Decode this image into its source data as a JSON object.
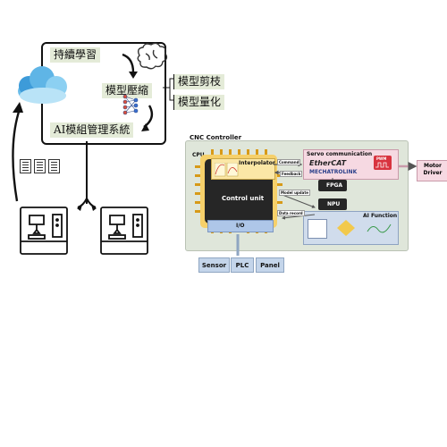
{
  "left_diagram": {
    "box_labels": {
      "continual_learning": "持續學習",
      "compression": "模型壓縮",
      "management": "AI模組管理系統"
    },
    "side_labels": {
      "pruning": "模型剪枝",
      "quantization": "模型量化"
    }
  },
  "cnc": {
    "title": "CNC Controller",
    "cpu_label": "CPU",
    "interpolator": "Interpolator",
    "control_unit": "Control unit",
    "io": "I/O",
    "servo_title": "Servo communication",
    "ethercat": "EtherCAT",
    "mechatrolink": "MECHATROLINK",
    "pwm": "PWM",
    "motor_driver": "Motor\nDriver",
    "fpga": "FPGA",
    "npu": "NPU",
    "ai_function": "AI Function",
    "command": "Command",
    "feedback": "Feedback",
    "model_update": "Model update",
    "data_record": "Data record",
    "bottom_buttons": [
      "Sensor",
      "PLC",
      "Panel"
    ]
  },
  "colors": {
    "label_bg": "#e4ebd8",
    "cnc_bg": "#dfe6da",
    "chip_gold": "#f6d06a",
    "servo_pink": "#f6d9e2",
    "pwm_red": "#d8333f",
    "cloud_blue": "#4aa6e0"
  }
}
